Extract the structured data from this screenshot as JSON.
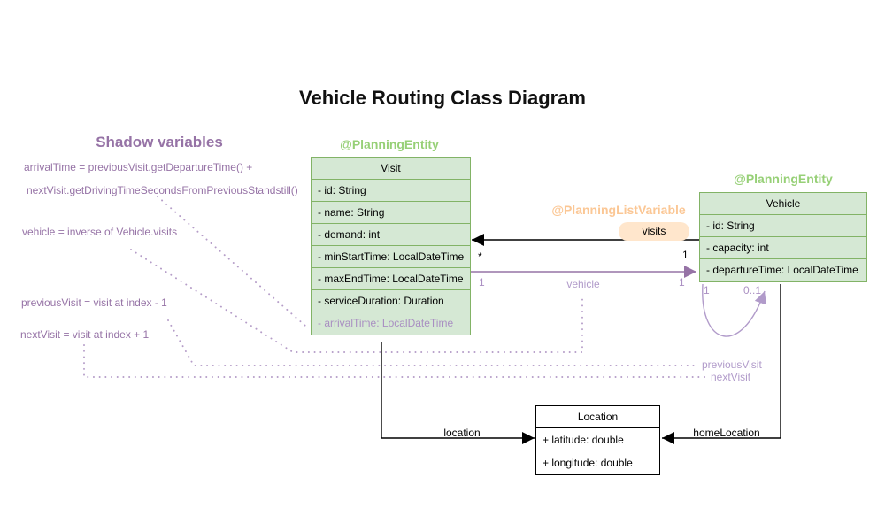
{
  "diagram": {
    "title": "Vehicle Routing Class Diagram"
  },
  "shadow": {
    "heading": "Shadow variables",
    "lines": [
      "arrivalTime = previousVisit.getDepartureTime() +",
      "nextVisit.getDrivingTimeSecondsFromPreviousStandstill()",
      "vehicle = inverse of Vehicle.visits",
      "previousVisit = visit at index - 1",
      "nextVisit = visit at index + 1"
    ]
  },
  "classes": {
    "visit": {
      "annotation": "@PlanningEntity",
      "name": "Visit",
      "attributes": [
        "- id: String",
        "- name: String",
        "- demand: int",
        "- minStartTime: LocalDateTime",
        "- maxEndTime: LocalDateTime",
        "- serviceDuration: Duration"
      ],
      "shadow_attribute": "- arrivalTime: LocalDateTime"
    },
    "vehicle": {
      "annotation": "@PlanningEntity",
      "list_annotation": "@PlanningListVariable",
      "name": "Vehicle",
      "attributes": [
        "- id: String",
        "- capacity: int",
        "- departureTime: LocalDateTime"
      ]
    },
    "location": {
      "name": "Location",
      "attributes": [
        "+ latitude: double",
        "+ longitude: double"
      ]
    }
  },
  "labels": {
    "visits": "visits",
    "visits_mult_near_visit": "*",
    "visits_mult_near_vehicle": "1",
    "vehicle_role": "vehicle",
    "vehicle_mult_near_visit": "1",
    "vehicle_mult_near_vehicle": "1",
    "loop_mult_one": "1",
    "loop_mult_zero_one": "0..1",
    "previous_visit": "previousVisit",
    "next_visit": "nextVisit",
    "location_role": "location",
    "home_location_role": "homeLocation"
  },
  "colors": {
    "class_fill_green": "#d5e8d4",
    "class_border_green": "#82b366",
    "annotation_green": "#97d077",
    "annotation_orange": "#fbc795",
    "pill_orange": "#ffe6cc",
    "purple": "#9673a6",
    "purple_light": "#b19bca",
    "black": "#000000"
  }
}
